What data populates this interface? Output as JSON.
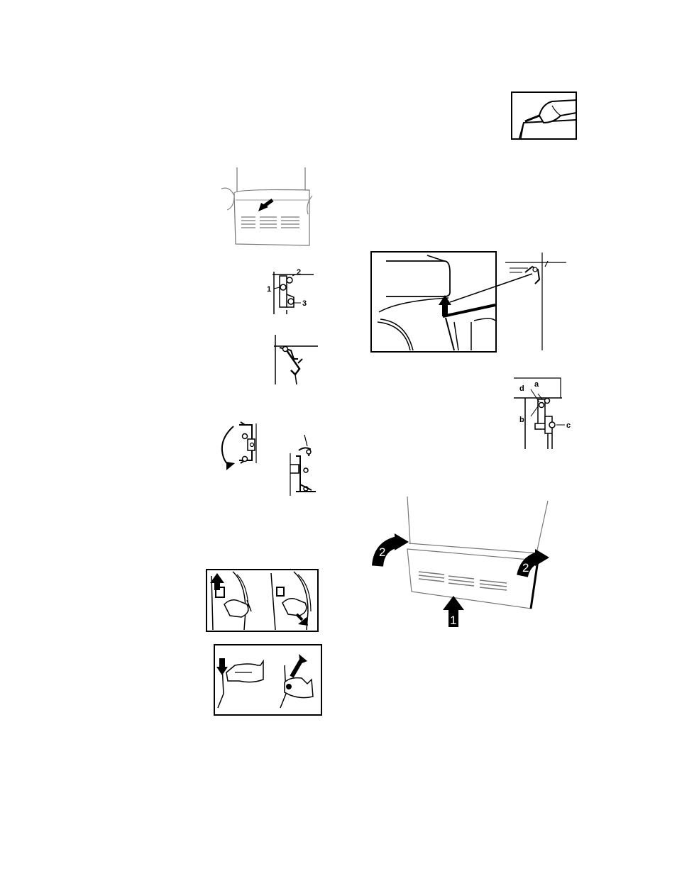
{
  "figures": {
    "hinge_parts": {
      "labels": [
        "1",
        "2",
        "3"
      ]
    },
    "hinge_pointer": {
      "labels": [
        "a",
        "b",
        "c",
        "d"
      ]
    },
    "kickplate_steps": {
      "labels": [
        "1",
        "2",
        "2"
      ]
    }
  },
  "colors": {
    "ink": "#000000",
    "paper": "#ffffff"
  }
}
